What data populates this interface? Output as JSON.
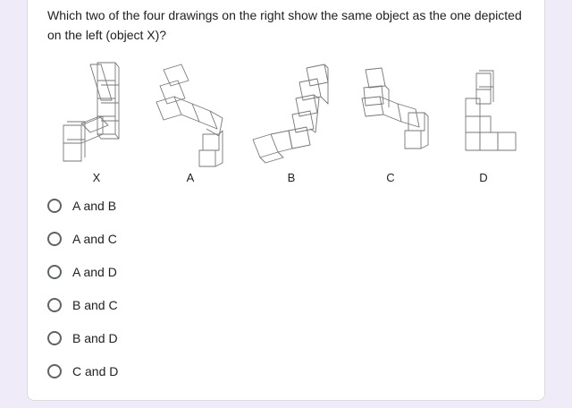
{
  "question": "Which two of the four drawings on the right show the same object as the one depicted on the left (object X)?",
  "figures": [
    {
      "label": "X",
      "icon": "object-x-drawing"
    },
    {
      "label": "A",
      "icon": "cube-drawing-a"
    },
    {
      "label": "B",
      "icon": "cube-drawing-b"
    },
    {
      "label": "C",
      "icon": "cube-drawing-c"
    },
    {
      "label": "D",
      "icon": "cube-drawing-d"
    }
  ],
  "options": [
    {
      "label": "A and B",
      "selected": false
    },
    {
      "label": "A and C",
      "selected": false
    },
    {
      "label": "A and D",
      "selected": false
    },
    {
      "label": "B and C",
      "selected": false
    },
    {
      "label": "B and D",
      "selected": false
    },
    {
      "label": "C and D",
      "selected": false
    }
  ],
  "colors": {
    "background": "#f0ebf8",
    "card": "#ffffff",
    "text": "#202124",
    "radio_border": "#5f6368"
  }
}
